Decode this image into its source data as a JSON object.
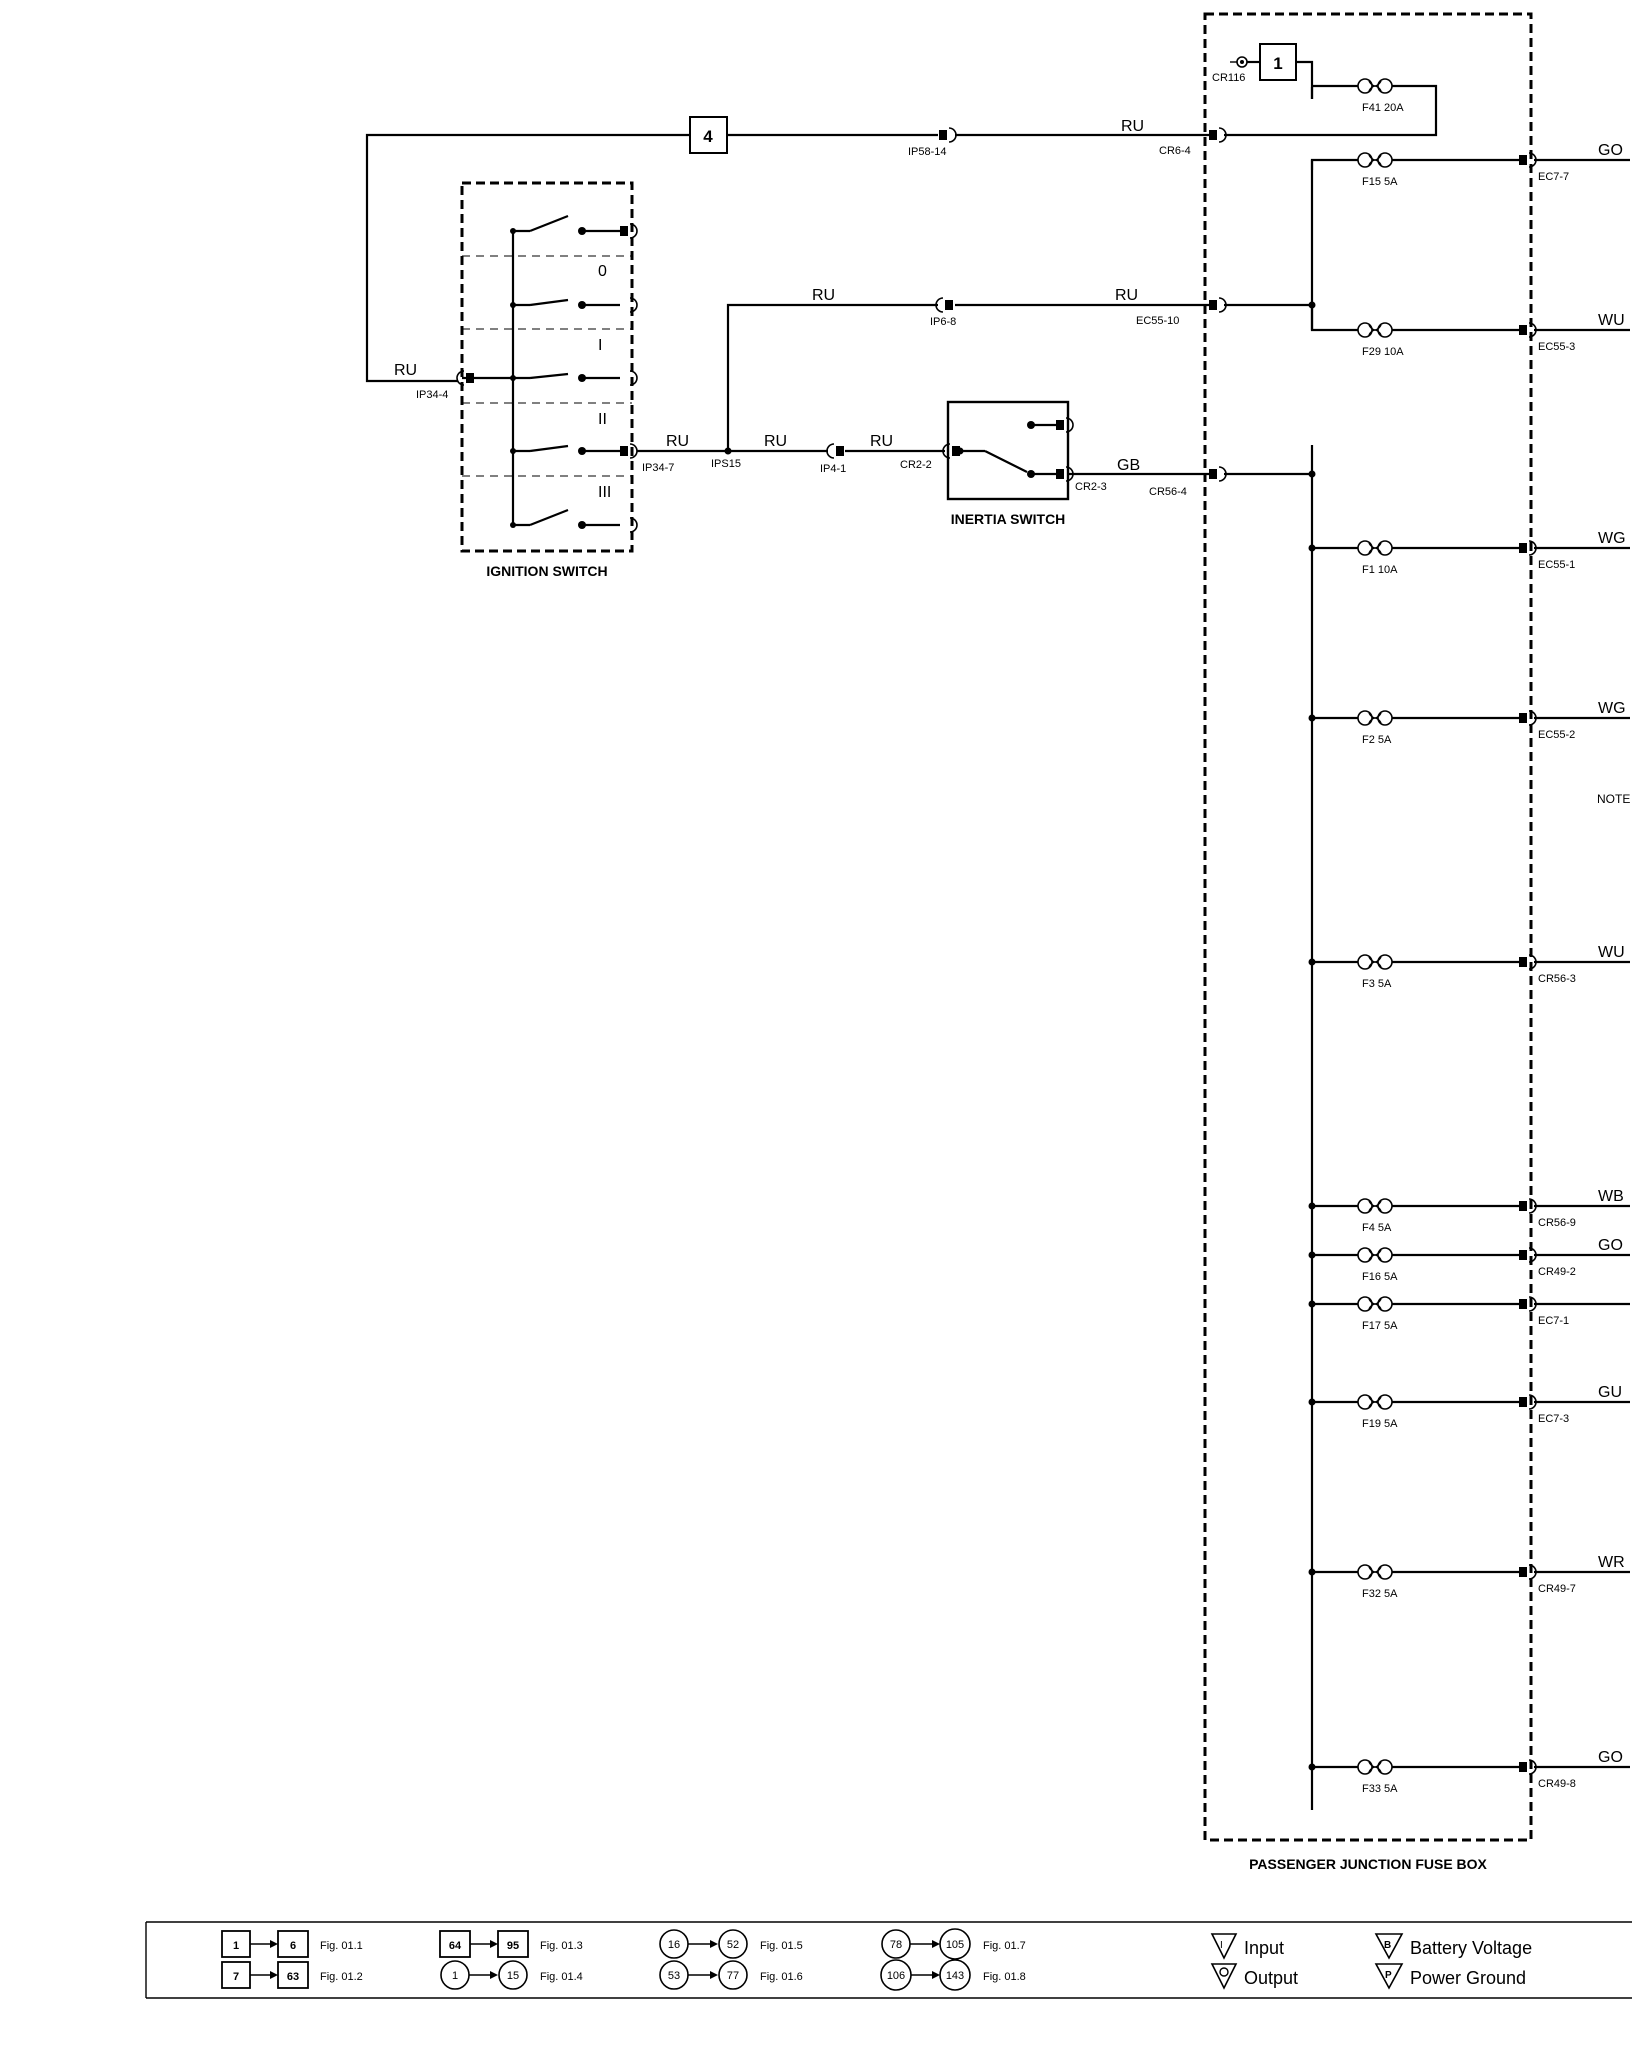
{
  "components": {
    "ignition_switch": "IGNITION SWITCH",
    "inertia_switch": "INERTIA SWITCH",
    "fuse_box": "PASSENGER JUNCTION FUSE BOX"
  },
  "switch_positions": [
    "0",
    "I",
    "II",
    "III"
  ],
  "ref_boxes": {
    "top": "4",
    "fuse_box_input": "1"
  },
  "connectors": {
    "cr116": "CR116",
    "ip58_14": "IP58-14",
    "cr6_4": "CR6-4",
    "ip34_4": "IP34-4",
    "ip34_7": "IP34-7",
    "ips15": "IPS15",
    "ip6_8": "IP6-8",
    "ec55_10": "EC55-10",
    "ip4_1": "IP4-1",
    "cr2_2": "CR2-2",
    "cr2_3": "CR2-3",
    "cr56_4": "CR56-4"
  },
  "wires": {
    "w_top": "RU",
    "w_left": "RU",
    "w_ip6": "RU",
    "w_ec55_10": "RU",
    "w_ip34_7": "RU",
    "w_ips15": "RU",
    "w_ip4": "RU",
    "w_gb": "GB"
  },
  "fuses": [
    {
      "label": "F41 20A"
    },
    {
      "label": "F15 5A",
      "output": "EC7-7",
      "wire": "GO"
    },
    {
      "label": "F29 10A",
      "output": "EC55-3",
      "wire": "WU"
    },
    {
      "label": "F1 10A",
      "output": "EC55-1",
      "wire": "WG"
    },
    {
      "label": "F2 5A",
      "output": "EC55-2",
      "wire": "WG"
    },
    {
      "label": "F3 5A",
      "output": "CR56-3",
      "wire": "WU"
    },
    {
      "label": "F4 5A",
      "output": "CR56-9",
      "wire": "WB"
    },
    {
      "label": "F16 5A",
      "output": "CR49-2",
      "wire": "GO"
    },
    {
      "label": "F17 5A",
      "output": "EC7-1",
      "wire": ""
    },
    {
      "label": "F19 5A",
      "output": "EC7-3",
      "wire": "GU"
    },
    {
      "label": "F32 5A",
      "output": "CR49-7",
      "wire": "WR"
    },
    {
      "label": "F33 5A",
      "output": "CR49-8",
      "wire": "GO"
    }
  ],
  "note": "NOTE",
  "legend": {
    "refs": [
      {
        "a": "1",
        "b": "6",
        "fig": "Fig. 01.1"
      },
      {
        "a": "7",
        "b": "63",
        "fig": "Fig. 01.2"
      },
      {
        "a": "64",
        "b": "95",
        "fig": "Fig. 01.3"
      },
      {
        "a": "1",
        "b": "15",
        "fig": "Fig. 01.4"
      },
      {
        "a": "16",
        "b": "52",
        "fig": "Fig. 01.5"
      },
      {
        "a": "53",
        "b": "77",
        "fig": "Fig. 01.6"
      },
      {
        "a": "78",
        "b": "105",
        "fig": "Fig. 01.7"
      },
      {
        "a": "106",
        "b": "143",
        "fig": "Fig. 01.8"
      }
    ],
    "input": "Input",
    "output": "Output",
    "battery_voltage": "Battery Voltage",
    "power_ground": "Power Ground"
  }
}
